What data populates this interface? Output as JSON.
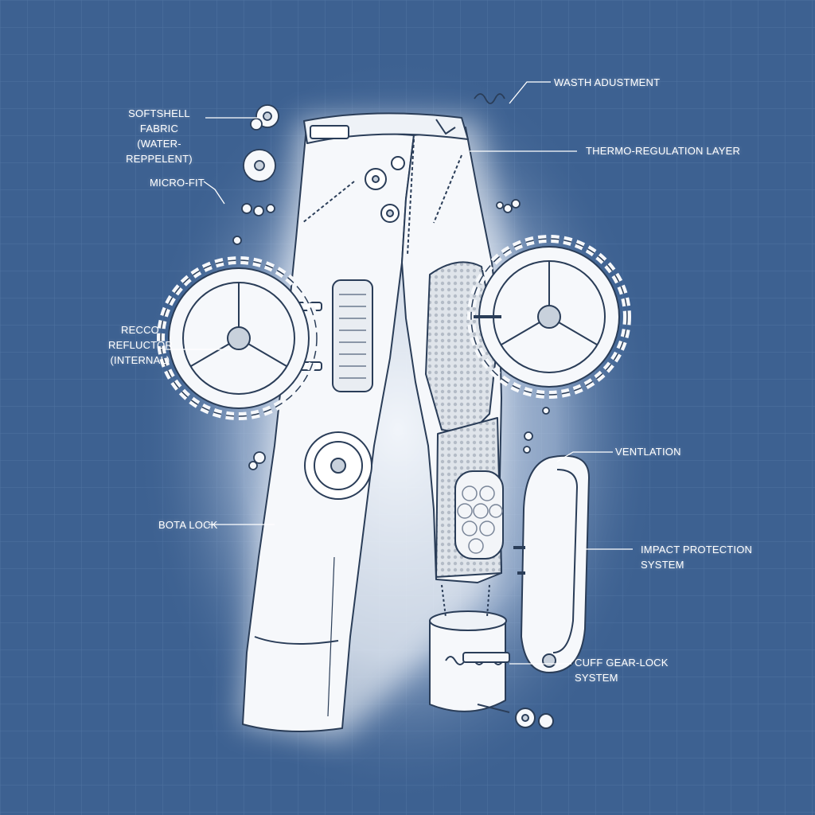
{
  "colors": {
    "background": "#3d6191",
    "grid": "#5a7fae",
    "glow": "#e9f0fa",
    "ink": "#2a3d58",
    "label_text": "#ffffff"
  },
  "callouts": {
    "softshell": "SOFTSHELL FABRIC\n(WATER-REPPELENT)",
    "micro_fit": "MICRO-FIT",
    "recco": "RECCO\nREFLUCTOR\n(INTERNAL)",
    "boa_lock": "BOTA LOCK",
    "waist": "WASTH ADUSTMENT",
    "thermo": "THERMO-REGULATION LAYER",
    "ventilation": "VENTLATION",
    "impact": "IMPACT PROTECTION\nSYSTEM",
    "cuff": "CUFF GEAR-LOCK\nSYSTEM"
  }
}
